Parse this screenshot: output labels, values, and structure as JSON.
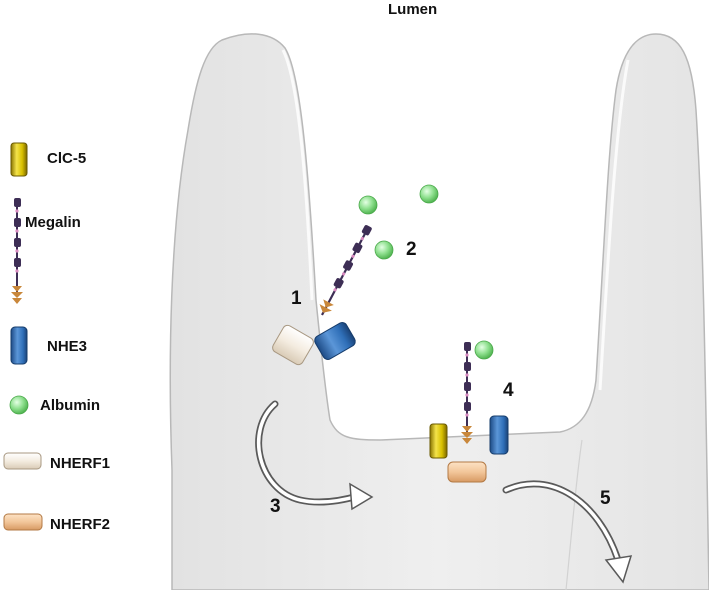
{
  "title": "Lumen",
  "legend": {
    "clc5": "ClC-5",
    "megalin": "Megalin",
    "nhe3": "NHE3",
    "albumin": "Albumin",
    "nherf1": "NHERF1",
    "nherf2": "NHERF2"
  },
  "steps": [
    "1",
    "2",
    "3",
    "4",
    "5"
  ],
  "colors": {
    "cell": "#ebebeb",
    "cell_edge": "#b8b8b8",
    "clc5": "#d8c000",
    "megalin": "#3d2e55",
    "megalin_tail": "#c9873a",
    "nhe3": "#2f6fb8",
    "albumin": "#8fe08f",
    "nherf1": "#f4ece0",
    "nherf2": "#f2c69a"
  }
}
